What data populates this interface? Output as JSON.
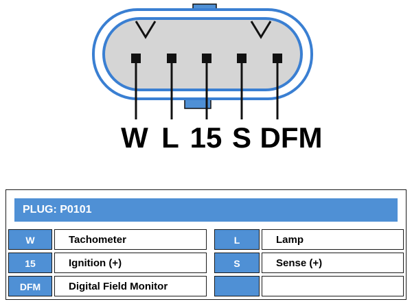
{
  "connector": {
    "pins": [
      {
        "label": "W"
      },
      {
        "label": "L"
      },
      {
        "label": "15"
      },
      {
        "label": "S"
      },
      {
        "label": "DFM"
      }
    ]
  },
  "table": {
    "header": "PLUG: P0101",
    "rows": [
      {
        "code1": "W",
        "desc1": "Tachometer",
        "code2": "L",
        "desc2": "Lamp"
      },
      {
        "code1": "15",
        "desc1": "Ignition (+)",
        "code2": "S",
        "desc2": "Sense (+)"
      },
      {
        "code1": "DFM",
        "desc1": "Digital Field Monitor",
        "code2": "",
        "desc2": ""
      }
    ]
  },
  "colors": {
    "accent_blue": "#4f90d5",
    "connector_outline_blue": "#3a7fd2",
    "connector_fill_gray": "#d5d5d5",
    "pin_black": "#111111"
  }
}
